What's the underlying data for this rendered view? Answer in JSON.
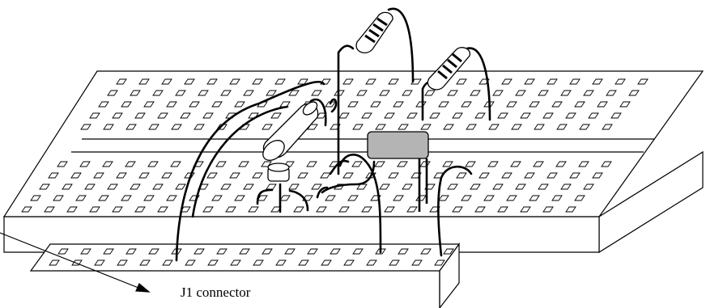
{
  "diagram": {
    "connector_label": "J1 connector",
    "colors": {
      "outline": "#000000",
      "board": "#ffffff",
      "chip": "#b4b4b4"
    },
    "components": [
      {
        "name": "breadboard",
        "kind": "solderless breadboard"
      },
      {
        "name": "j1-connector",
        "kind": "header strip"
      },
      {
        "name": "resistor-1",
        "kind": "resistor"
      },
      {
        "name": "resistor-2",
        "kind": "resistor"
      },
      {
        "name": "capacitor",
        "kind": "electrolytic capacitor"
      },
      {
        "name": "transistor",
        "kind": "transistor TO-92"
      },
      {
        "name": "chip",
        "kind": "integrated circuit"
      }
    ]
  }
}
